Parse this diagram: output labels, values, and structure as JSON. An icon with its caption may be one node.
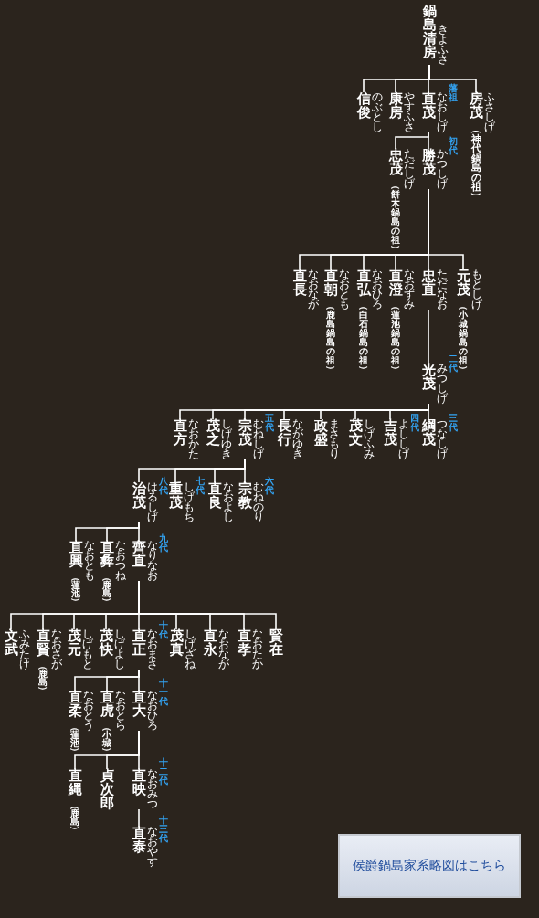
{
  "diagram": {
    "nodes": [
      {
        "text": [
          "鍋島清房",
          "きよふさ"
        ]
      },
      {
        "text": [
          "房茂",
          "ふさしげ",
          "（神代鍋島の祖）"
        ]
      },
      {
        "text": [
          "直茂",
          "なおしげ"
        ],
        "beside": [
          "藩祖"
        ]
      },
      {
        "text": [
          "康房",
          "やすふさ"
        ]
      },
      {
        "text": [
          "信俊",
          "のぶとし"
        ]
      },
      {
        "text": [
          "勝茂",
          "かつしげ"
        ],
        "beside": [
          "初代"
        ]
      },
      {
        "text": [
          "忠茂",
          "ただしげ",
          "（餅木鍋島の祖）"
        ]
      },
      {
        "text": [
          "元茂",
          "もとしげ",
          "（小城鍋島の祖）"
        ]
      },
      {
        "text": [
          "忠直",
          "ただなお"
        ]
      },
      {
        "text": [
          "直澄",
          "なおずみ",
          "（蓮池鍋島の祖）"
        ]
      },
      {
        "text": [
          "直弘",
          "なおひろ",
          "（白石鍋島の祖）"
        ]
      },
      {
        "text": [
          "直朝",
          "なおとも",
          "（鹿島鍋島の祖）"
        ]
      },
      {
        "text": [
          "直長",
          "なおなが"
        ]
      },
      {
        "text": [
          "光茂",
          "みつしげ"
        ],
        "beside": [
          "二代"
        ]
      },
      {
        "text": [
          "綱茂",
          "つなしげ"
        ],
        "beside": [
          "三代"
        ]
      },
      {
        "text": [
          "吉茂",
          "よししげ"
        ],
        "beside": [
          "四代"
        ]
      },
      {
        "text": [
          "茂文",
          "しげふみ"
        ]
      },
      {
        "text": [
          "政盛",
          "まさもり"
        ]
      },
      {
        "text": [
          "長行",
          "ながゆき"
        ]
      },
      {
        "text": [
          "宗茂",
          "むねしげ"
        ],
        "beside": [
          "五代"
        ]
      },
      {
        "text": [
          "茂之",
          "しげゆき"
        ]
      },
      {
        "text": [
          "直方",
          "なおかた"
        ]
      },
      {
        "text": [
          "宗教",
          "むねのり"
        ],
        "beside": [
          "六代"
        ]
      },
      {
        "text": [
          "直良",
          "なおよし"
        ]
      },
      {
        "text": [
          "重茂",
          "しげもち"
        ],
        "beside": [
          "七代"
        ]
      },
      {
        "text": [
          "治茂",
          "はるしげ"
        ],
        "beside": [
          "八代"
        ]
      },
      {
        "text": [
          "齊直",
          "なりなお"
        ],
        "beside": [
          "九代"
        ]
      },
      {
        "text": [
          "直彜",
          "なおつね",
          "（鹿島）"
        ]
      },
      {
        "text": [
          "直興",
          "なおとも",
          "（蓮池）"
        ]
      },
      {
        "text": [
          "賢在"
        ]
      },
      {
        "text": [
          "直孝",
          "なおたか"
        ]
      },
      {
        "text": [
          "直永",
          "なおなが"
        ]
      },
      {
        "text": [
          "茂真",
          "しげざね"
        ]
      },
      {
        "text": [
          "直正",
          "なおまさ"
        ],
        "beside": [
          "十代"
        ]
      },
      {
        "text": [
          "茂快",
          "しげよし"
        ]
      },
      {
        "text": [
          "茂元",
          "しげもと"
        ]
      },
      {
        "text": [
          "直賢",
          "なおさが",
          "（鹿島）"
        ]
      },
      {
        "text": [
          "文武",
          "ふみたけ"
        ]
      },
      {
        "text": [
          "直大",
          "なおひろ"
        ],
        "beside": [
          "十一代"
        ]
      },
      {
        "text": [
          "直虎",
          "なおとら",
          "（小城）"
        ]
      },
      {
        "text": [
          "直柔",
          "なおとう",
          "（蓮池）"
        ]
      },
      {
        "text": [
          "直映",
          "なおみつ"
        ],
        "beside": [
          "十二代"
        ]
      },
      {
        "text": [
          "貞次郎"
        ]
      },
      {
        "text": [
          "直縄",
          "（鹿島）"
        ]
      },
      {
        "text": [
          "直泰",
          "なおやす"
        ],
        "beside": [
          "十三代"
        ]
      },
      {
        "text": [
          "侯爵鍋島家系略図はこちら"
        ]
      }
    ],
    "edges": [
      {
        "from": 0,
        "to": 1,
        "arrow": "none"
      },
      {
        "from": 0,
        "to": 2,
        "arrow": "none"
      },
      {
        "from": 0,
        "to": 3,
        "arrow": "none"
      },
      {
        "from": 0,
        "to": 4,
        "arrow": "none"
      },
      {
        "from": 2,
        "to": 5,
        "arrow": "none"
      },
      {
        "from": 2,
        "to": 6,
        "arrow": "none"
      },
      {
        "from": 5,
        "to": 7,
        "arrow": "none"
      },
      {
        "from": 5,
        "to": 8,
        "arrow": "none"
      },
      {
        "from": 5,
        "to": 9,
        "arrow": "none"
      },
      {
        "from": 5,
        "to": 10,
        "arrow": "none"
      },
      {
        "from": 5,
        "to": 11,
        "arrow": "none"
      },
      {
        "from": 5,
        "to": 12,
        "arrow": "none"
      },
      {
        "from": 8,
        "to": 13,
        "arrow": "none"
      },
      {
        "from": 13,
        "to": 14,
        "arrow": "none"
      },
      {
        "from": 13,
        "to": 15,
        "arrow": "none"
      },
      {
        "from": 13,
        "to": 16,
        "arrow": "none"
      },
      {
        "from": 13,
        "to": 17,
        "arrow": "none"
      },
      {
        "from": 13,
        "to": 18,
        "arrow": "none"
      },
      {
        "from": 13,
        "to": 19,
        "arrow": "none"
      },
      {
        "from": 13,
        "to": 20,
        "arrow": "none"
      },
      {
        "from": 13,
        "to": 21,
        "arrow": "none"
      },
      {
        "from": 19,
        "to": 22,
        "arrow": "none"
      },
      {
        "from": 19,
        "to": 23,
        "arrow": "none"
      },
      {
        "from": 19,
        "to": 24,
        "arrow": "none"
      },
      {
        "from": 19,
        "to": 25,
        "arrow": "none"
      },
      {
        "from": 25,
        "to": 26,
        "arrow": "none"
      },
      {
        "from": 25,
        "to": 27,
        "arrow": "none"
      },
      {
        "from": 25,
        "to": 28,
        "arrow": "none"
      },
      {
        "from": 26,
        "to": 29,
        "arrow": "none"
      },
      {
        "from": 26,
        "to": 30,
        "arrow": "none"
      },
      {
        "from": 26,
        "to": 31,
        "arrow": "none"
      },
      {
        "from": 26,
        "to": 32,
        "arrow": "none"
      },
      {
        "from": 26,
        "to": 33,
        "arrow": "none"
      },
      {
        "from": 26,
        "to": 34,
        "arrow": "none"
      },
      {
        "from": 26,
        "to": 35,
        "arrow": "none"
      },
      {
        "from": 26,
        "to": 36,
        "arrow": "none"
      },
      {
        "from": 26,
        "to": 37,
        "arrow": "none"
      },
      {
        "from": 33,
        "to": 38,
        "arrow": "none"
      },
      {
        "from": 33,
        "to": 39,
        "arrow": "none"
      },
      {
        "from": 33,
        "to": 40,
        "arrow": "none"
      },
      {
        "from": 38,
        "to": 41,
        "arrow": "none"
      },
      {
        "from": 38,
        "to": 42,
        "arrow": "none"
      },
      {
        "from": 38,
        "to": 43,
        "arrow": "none"
      },
      {
        "from": 41,
        "to": 44,
        "arrow": "none"
      }
    ]
  }
}
